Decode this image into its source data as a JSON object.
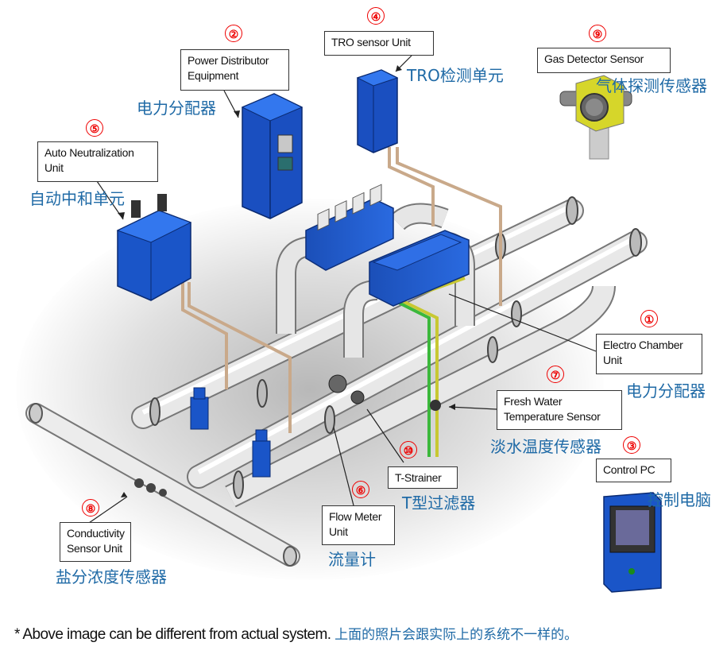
{
  "title": "System Configuration Diagram",
  "components": [
    {
      "number": "①",
      "label_en": "Electro Chamber Unit",
      "label_en_lines": [
        "Electro Chamber",
        "Unit"
      ],
      "label_cn": "电力分配器"
    },
    {
      "number": "②",
      "label_en": "Power Distributor Equipment",
      "label_en_lines": [
        "Power Distributor",
        "Equipment"
      ],
      "label_cn": "电力分配器"
    },
    {
      "number": "③",
      "label_en": "Control PC",
      "label_en_lines": [
        "Control PC"
      ],
      "label_cn": "控制电脑"
    },
    {
      "number": "④",
      "label_en": "TRO sensor Unit",
      "label_en_lines": [
        "TRO sensor Unit"
      ],
      "label_cn": "TRO检测单元"
    },
    {
      "number": "⑤",
      "label_en": "Auto Neutralization Unit",
      "label_en_lines": [
        "Auto Neutralization",
        "Unit"
      ],
      "label_cn": "自动中和单元"
    },
    {
      "number": "⑥",
      "label_en": "Flow Meter Unit",
      "label_en_lines": [
        "Flow Meter",
        "Unit"
      ],
      "label_cn": "流量计"
    },
    {
      "number": "⑦",
      "label_en": "Fresh Water Temperature Sensor",
      "label_en_lines": [
        "Fresh Water",
        "Temperature Sensor"
      ],
      "label_cn": "淡水温度传感器"
    },
    {
      "number": "⑧",
      "label_en": "Conductivity Sensor Unit",
      "label_en_lines": [
        "Conductivity",
        "Sensor Unit"
      ],
      "label_cn": "盐分浓度传感器"
    },
    {
      "number": "⑨",
      "label_en": "Gas Detector Sensor",
      "label_en_lines": [
        "Gas Detector Sensor"
      ],
      "label_cn": "气体探测传感器"
    },
    {
      "number": "⑩",
      "label_en": "T-Strainer",
      "label_en_lines": [
        "T-Strainer"
      ],
      "label_cn": "T型过滤器"
    }
  ],
  "footnote": {
    "en": "* Above image can be different from actual system.",
    "cn": "上面的照片会跟实际上的系统不一样的。"
  },
  "colors": {
    "equipment_blue": "#1a55c8",
    "pipe": "#d8d8d8",
    "label_cn": "#1f6aa6",
    "number": "#e00000",
    "cable_green": "#3cb83c",
    "cable_yellow": "#c8c832",
    "cable_tan": "#c9a98a"
  }
}
